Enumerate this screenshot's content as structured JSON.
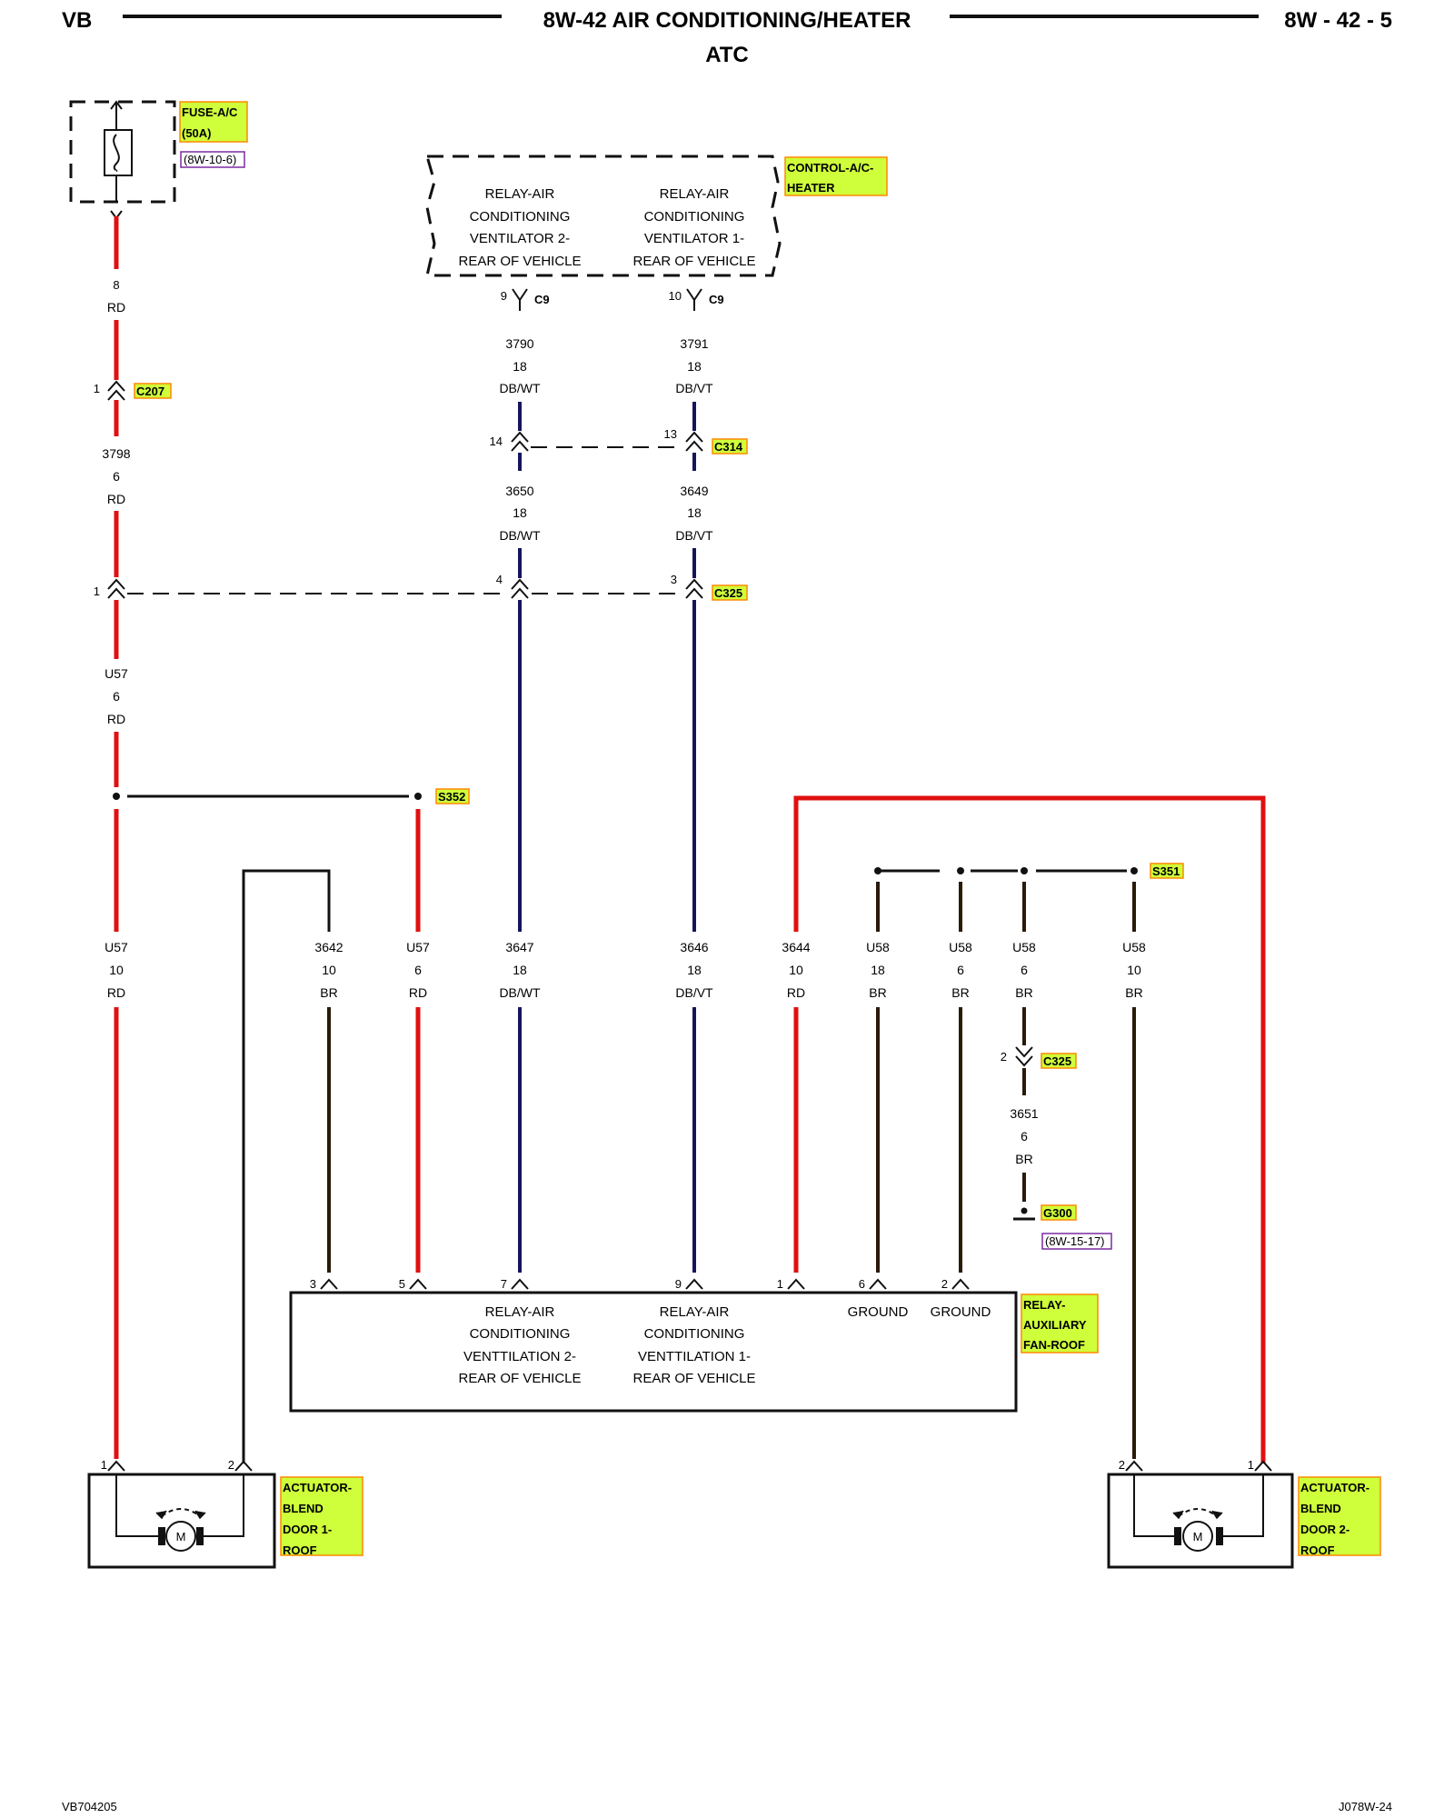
{
  "header": {
    "left": "VB",
    "title": "8W-42 AIR CONDITIONING/HEATER",
    "subtitle": "ATC",
    "page": "8W - 42 - 5"
  },
  "footer": {
    "left": "VB704205",
    "right": "J078W-24"
  },
  "components": {
    "fuse": {
      "label_1": "FUSE-A/C",
      "label_2": "(50A)",
      "ref": "(8W-10-6)"
    },
    "control": {
      "label_1": "CONTROL-A/C-",
      "label_2": "HEATER",
      "pin_a": [
        "RELAY-AIR",
        "CONDITIONING",
        "VENTILATOR 2-",
        "REAR OF VEHICLE"
      ],
      "pin_b": [
        "RELAY-AIR",
        "CONDITIONING",
        "VENTILATOR 1-",
        "REAR OF VEHICLE"
      ]
    },
    "relay": {
      "label_1": "RELAY-",
      "label_2": "AUXILIARY",
      "label_3": "FAN-ROOF",
      "pin_7": [
        "RELAY-AIR",
        "CONDITIONING",
        "VENTTILATION 2-",
        "REAR OF VEHICLE"
      ],
      "pin_9": [
        "RELAY-AIR",
        "CONDITIONING",
        "VENTTILATION 1-",
        "REAR OF VEHICLE"
      ],
      "pin_6": "GROUND",
      "pin_2": "GROUND"
    },
    "actuator1": {
      "lines": [
        "ACTUATOR-",
        "BLEND",
        "DOOR 1-",
        "ROOF"
      ]
    },
    "actuator2": {
      "lines": [
        "ACTUATOR-",
        "BLEND",
        "DOOR 2-",
        "ROOF"
      ]
    },
    "motor_symbol": "M",
    "ground_ref": "(8W-15-17)"
  },
  "connectors": {
    "c9": "C9",
    "c207": "C207",
    "c314": "C314",
    "c325": "C325",
    "s352": "S352",
    "s351": "S351",
    "g300": "G300"
  },
  "pins": {
    "fuse_out": "8",
    "c207": "1",
    "c325_1": "1",
    "c9_9": "9",
    "c9_10": "10",
    "c314_14": "14",
    "c314_13": "13",
    "c325_4": "4",
    "c325_3": "3",
    "c325_2": "2",
    "relay": [
      "3",
      "5",
      "7",
      "9",
      "1",
      "6",
      "2"
    ],
    "act1": [
      "1",
      "2"
    ],
    "act2": [
      "2",
      "1"
    ]
  },
  "wires": {
    "fuse_rd": {
      "circuit": "8",
      "gauge": "",
      "color": "RD"
    },
    "w3798": {
      "circuit": "3798",
      "gauge": "6",
      "color": "RD"
    },
    "w3790": {
      "circuit": "3790",
      "gauge": "18",
      "color": "DB/WT"
    },
    "w3791": {
      "circuit": "3791",
      "gauge": "18",
      "color": "DB/VT"
    },
    "w3650": {
      "circuit": "3650",
      "gauge": "18",
      "color": "DB/WT"
    },
    "w3649": {
      "circuit": "3649",
      "gauge": "18",
      "color": "DB/VT"
    },
    "wU57_6": {
      "circuit": "U57",
      "gauge": "6",
      "color": "RD"
    },
    "bottom": [
      {
        "circuit": "U57",
        "gauge": "10",
        "color": "RD"
      },
      {
        "circuit": "3642",
        "gauge": "10",
        "color": "BR"
      },
      {
        "circuit": "U57",
        "gauge": "6",
        "color": "RD"
      },
      {
        "circuit": "3647",
        "gauge": "18",
        "color": "DB/WT"
      },
      {
        "circuit": "3646",
        "gauge": "18",
        "color": "DB/VT"
      },
      {
        "circuit": "3644",
        "gauge": "10",
        "color": "RD"
      },
      {
        "circuit": "U58",
        "gauge": "18",
        "color": "BR"
      },
      {
        "circuit": "U58",
        "gauge": "6",
        "color": "BR"
      },
      {
        "circuit": "U58",
        "gauge": "6",
        "color": "BR"
      },
      {
        "circuit": "U58",
        "gauge": "10",
        "color": "BR"
      }
    ],
    "w3651": {
      "circuit": "3651",
      "gauge": "6",
      "color": "BR"
    }
  },
  "colors": {
    "red_wire": "#e01010",
    "dark_blue_wire": "#15155c",
    "brown_wire": "#2a1a0a",
    "highlight": "#cfff3a",
    "highlight_border": "#ff8800"
  }
}
